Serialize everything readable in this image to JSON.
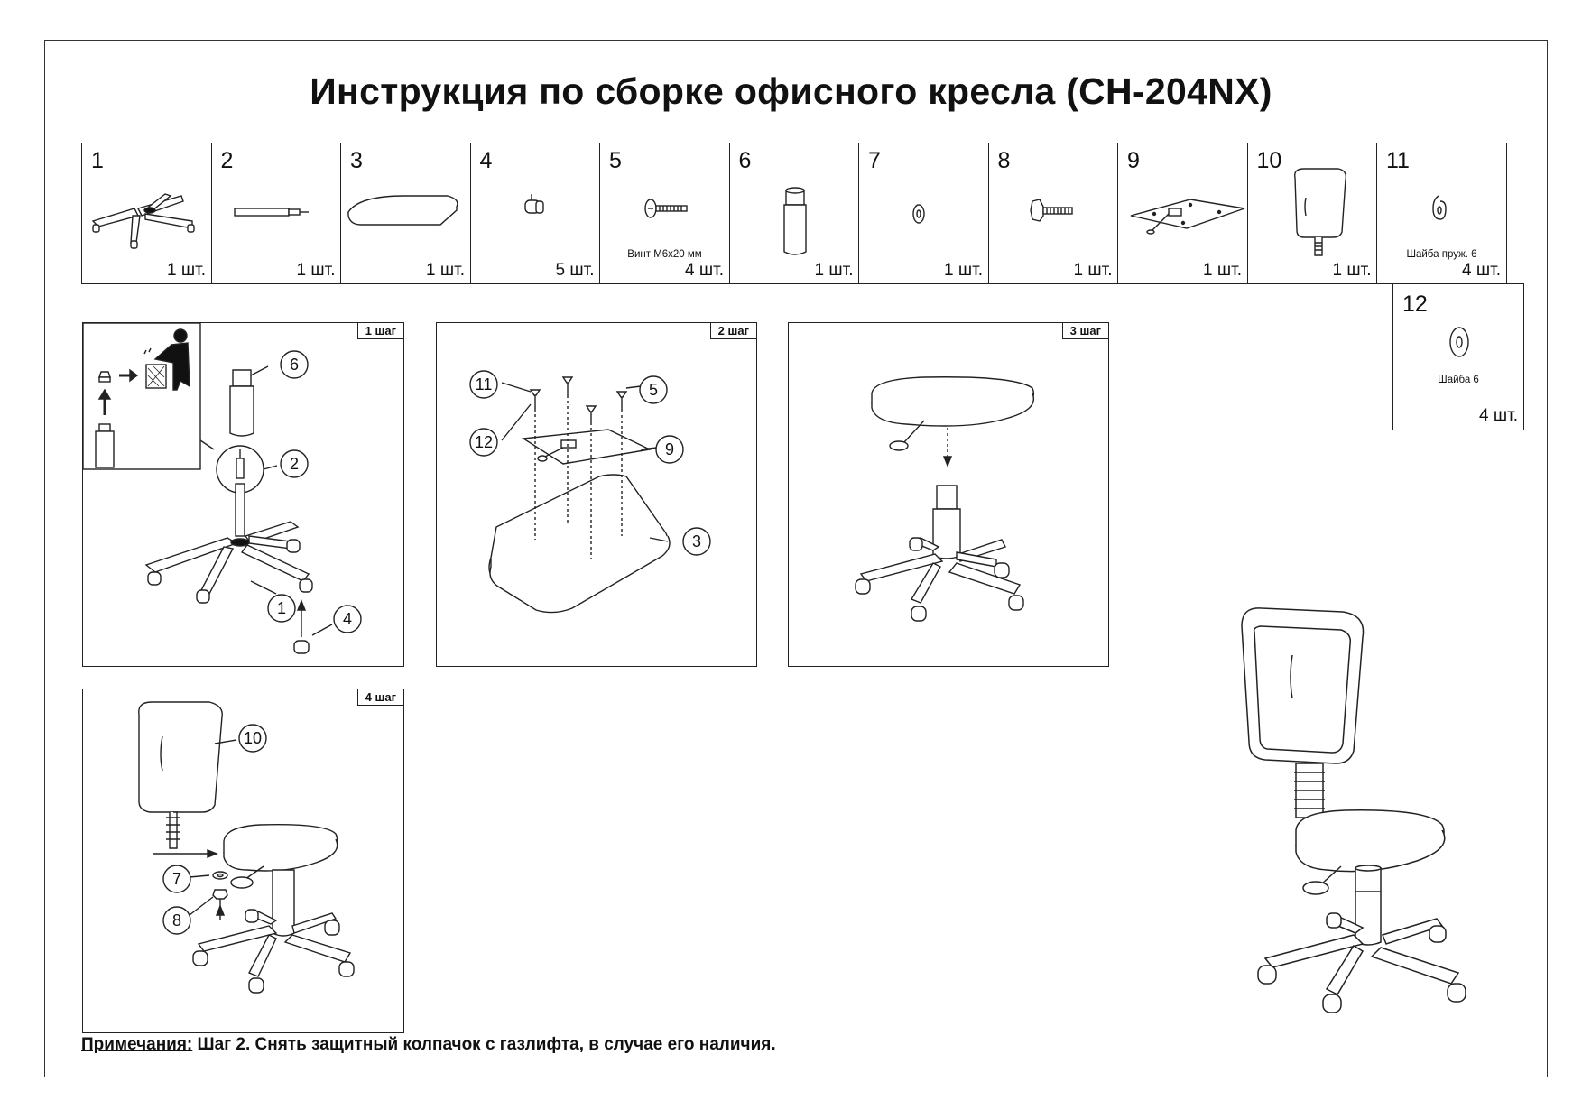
{
  "title": "Инструкция по сборке офисного кресла (CH-204NX)",
  "parts": [
    {
      "num": "1",
      "qty": "1  шт.",
      "note": ""
    },
    {
      "num": "2",
      "qty": "1  шт.",
      "note": ""
    },
    {
      "num": "3",
      "qty": "1  шт.",
      "note": ""
    },
    {
      "num": "4",
      "qty": "5  шт.",
      "note": ""
    },
    {
      "num": "5",
      "qty": "4  шт.",
      "note": "Винт М6х20 мм"
    },
    {
      "num": "6",
      "qty": "1 шт.",
      "note": ""
    },
    {
      "num": "7",
      "qty": "1 шт.",
      "note": ""
    },
    {
      "num": "8",
      "qty": "1  шт.",
      "note": ""
    },
    {
      "num": "9",
      "qty": "1  шт.",
      "note": ""
    },
    {
      "num": "10",
      "qty": "1  шт.",
      "note": ""
    },
    {
      "num": "11",
      "qty": "4  шт.",
      "note": "Шайба пруж. 6"
    },
    {
      "num": "12",
      "qty": "4  шт.",
      "note": "Шайба 6"
    }
  ],
  "steps": [
    {
      "tag": "1 шаг",
      "callouts": [
        "6",
        "2",
        "1",
        "4"
      ]
    },
    {
      "tag": "2 шаг",
      "callouts": [
        "11",
        "12",
        "5",
        "9",
        "3"
      ]
    },
    {
      "tag": "3 шаг",
      "callouts": []
    },
    {
      "tag": "4 шаг",
      "callouts": [
        "10",
        "7",
        "8"
      ]
    }
  ],
  "notes": {
    "label": "Примечания:",
    "text": " Шаг 2. Снять защитный колпачок с газлифта, в случае его наличия."
  }
}
